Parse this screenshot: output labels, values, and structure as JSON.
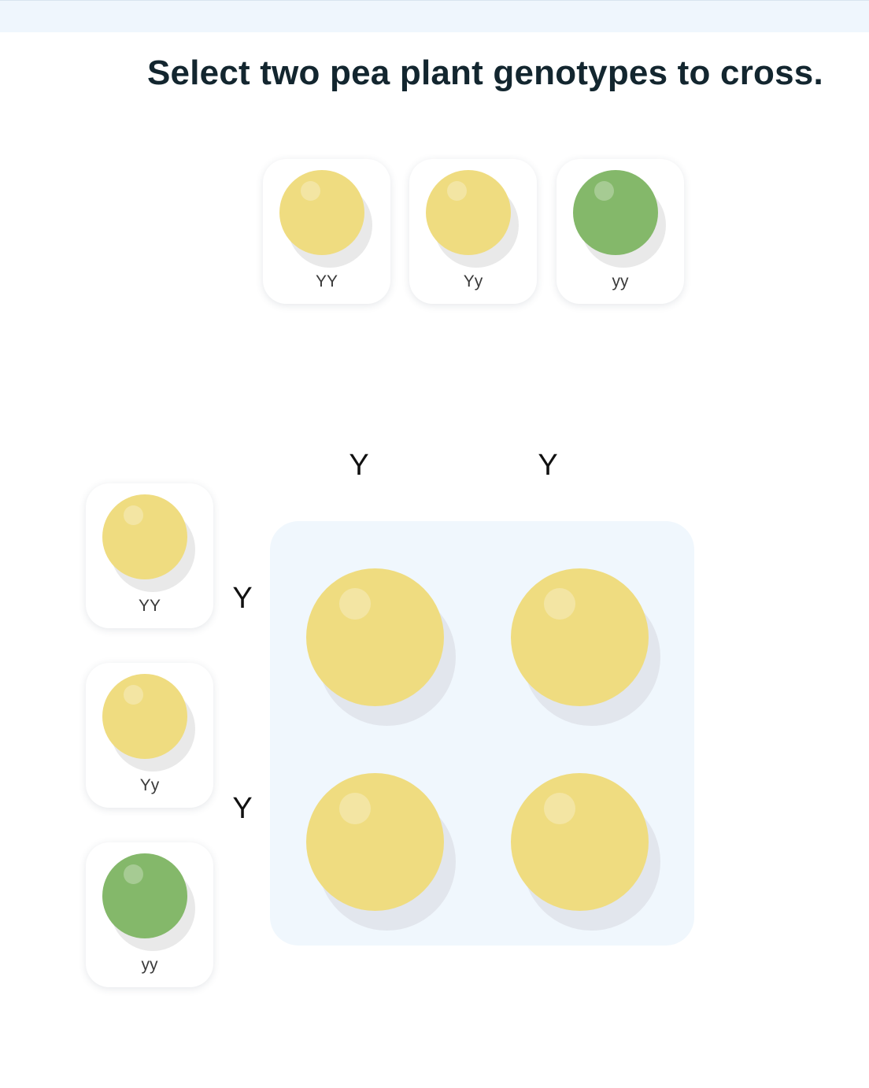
{
  "header": {
    "title": "Select two pea plant genotypes to cross."
  },
  "colors": {
    "yellow_pea": "#efdc80",
    "green_pea": "#84b86a",
    "grid_background": "#f0f7fd",
    "topbar": "#eff6fd",
    "title_text": "#13262f"
  },
  "top_options": [
    {
      "genotype": "YY",
      "color": "yellow"
    },
    {
      "genotype": "Yy",
      "color": "yellow"
    },
    {
      "genotype": "yy",
      "color": "green"
    }
  ],
  "side_options": [
    {
      "genotype": "YY",
      "color": "yellow"
    },
    {
      "genotype": "Yy",
      "color": "yellow"
    },
    {
      "genotype": "yy",
      "color": "green"
    }
  ],
  "punnett": {
    "column_alleles": [
      "Y",
      "Y"
    ],
    "row_alleles": [
      "Y",
      "Y"
    ],
    "offspring": [
      [
        "yellow",
        "yellow"
      ],
      [
        "yellow",
        "yellow"
      ]
    ]
  }
}
